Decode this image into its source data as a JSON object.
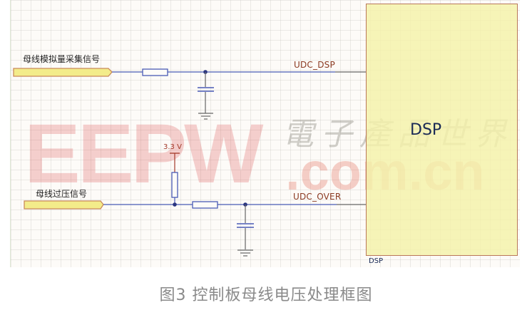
{
  "diagram": {
    "type": "schematic",
    "caption": "图3 控制板母线电压处理框图",
    "ports": [
      {
        "id": "port-bus-analog",
        "label": "母线模拟量采集信号"
      },
      {
        "id": "port-bus-overvoltage",
        "label": "母线过压信号"
      }
    ],
    "nets": [
      {
        "id": "net-udc-dsp",
        "label": "UDC_DSP"
      },
      {
        "id": "net-udc-over",
        "label": "UDC_OVER"
      }
    ],
    "power": {
      "label": "3.3 V"
    },
    "dsp_block": {
      "title": "DSP",
      "designator": "DSP"
    },
    "components": [
      {
        "type": "resistor",
        "net": "UDC_DSP",
        "orientation": "horizontal"
      },
      {
        "type": "capacitor",
        "net": "UDC_DSP",
        "to": "ground"
      },
      {
        "type": "resistor",
        "net": "3.3 V pull-up",
        "orientation": "vertical"
      },
      {
        "type": "resistor",
        "net": "UDC_OVER",
        "orientation": "horizontal"
      },
      {
        "type": "capacitor",
        "net": "UDC_OVER",
        "to": "ground"
      }
    ],
    "watermark": {
      "brand": "EEPW",
      "domain": ".com.cn",
      "chinese": "電子產品世界"
    },
    "colors": {
      "wire": "#4a5bb5",
      "ground_wire": "#666666",
      "power": "#a33a2a",
      "port_fill": "#f3ec8a",
      "port_border": "#c98a5a",
      "dsp_fill": "#f4f1a8",
      "dsp_border": "#b9785a",
      "net_label": "#8b3a22"
    }
  }
}
